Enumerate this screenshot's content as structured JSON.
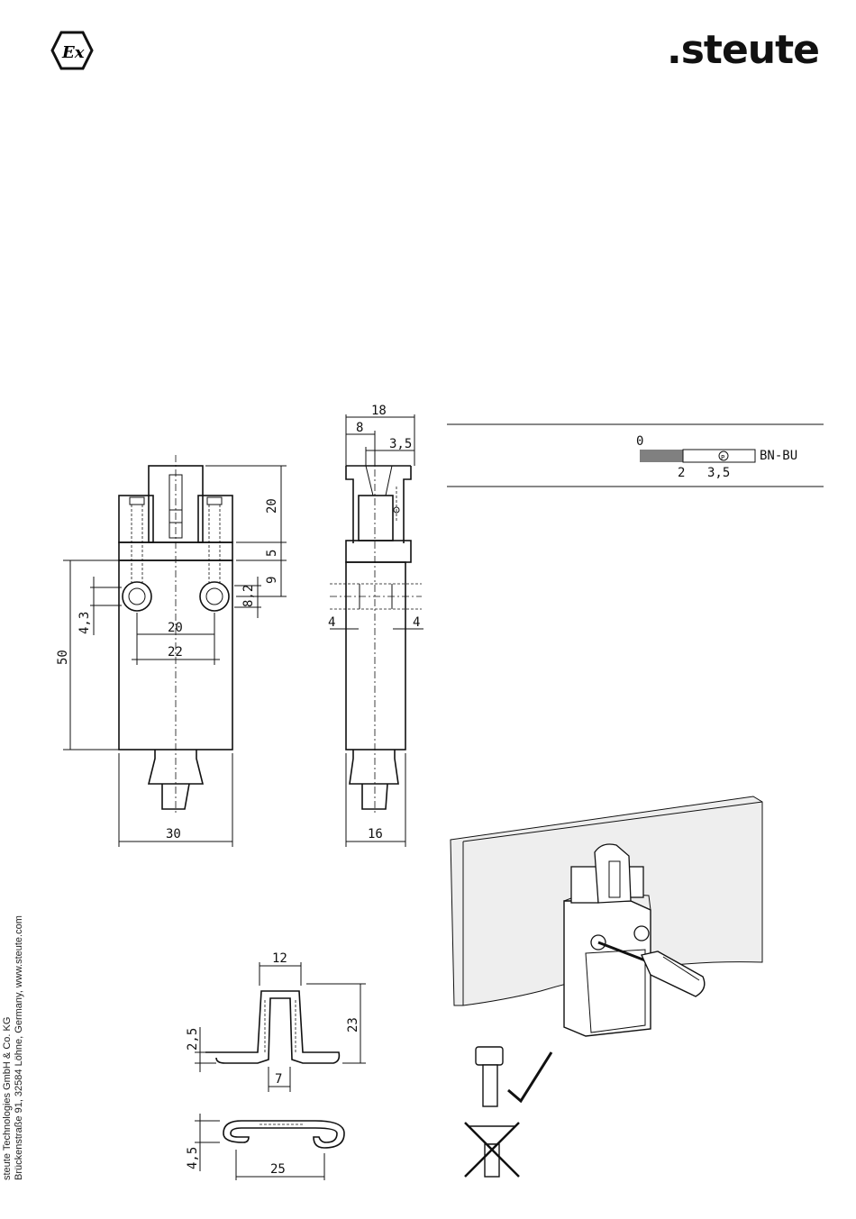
{
  "brand": {
    "logo_text": ".steute"
  },
  "certification": {
    "icon": "ex-hexagon-icon",
    "label": "Ex"
  },
  "front_view": {
    "dimensions": [
      "20",
      "5",
      "9",
      "8,2",
      "4,3",
      "50",
      "20",
      "22",
      "30"
    ]
  },
  "side_view": {
    "dimensions": [
      "18",
      "8",
      "3,5",
      "4",
      "4",
      "16"
    ]
  },
  "switching_diagram": {
    "start": "0",
    "mark_1": "2",
    "mark_2": "3,5",
    "contact_label": "BN-BU",
    "symbol": "positive-opening-icon",
    "fill_color": "#808080"
  },
  "bracket_view": {
    "dimensions": [
      "12",
      "23",
      "2,5",
      "7",
      "4,5",
      "25"
    ]
  },
  "mounting": {
    "ok_icon": "check-icon",
    "not_ok_icon": "cross-icon"
  },
  "footer": {
    "line1": "steute Technologies GmbH & Co. KG",
    "line2": "Brückenstraße 91, 32584 Löhne, Germany, www.steute.com"
  }
}
